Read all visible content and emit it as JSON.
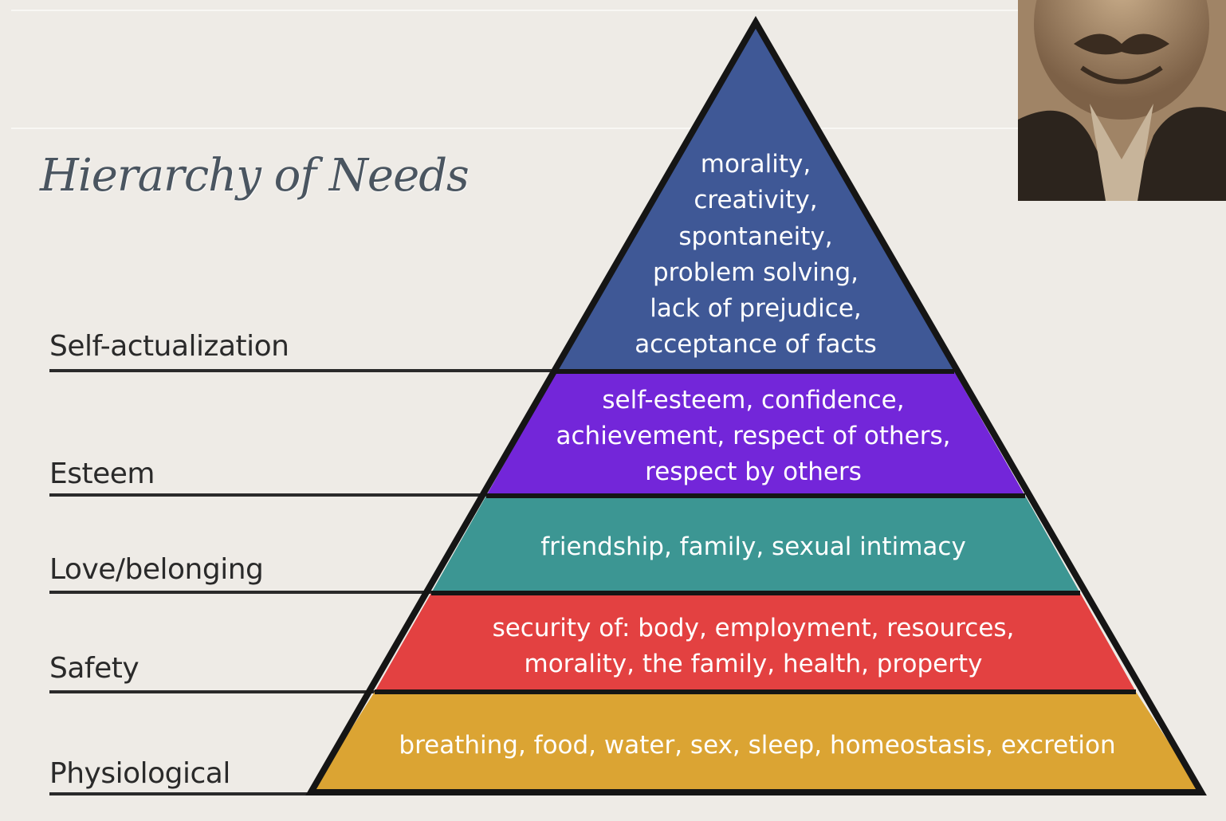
{
  "title": "Hierarchy of Needs",
  "levels": [
    {
      "label": "Self-actualization",
      "color": "#3f5896",
      "lines": [
        "morality,",
        "creativity,",
        "spontaneity,",
        "problem solving,",
        "lack of prejudice,",
        "acceptance of facts"
      ]
    },
    {
      "label": "Esteem",
      "color": "#7326d9",
      "lines": [
        "self-esteem, confidence,",
        "achievement, respect of others,",
        "respect by others"
      ]
    },
    {
      "label": "Love/belonging",
      "color": "#3c9693",
      "lines": [
        "friendship, family, sexual intimacy"
      ]
    },
    {
      "label": "Safety",
      "color": "#e34141",
      "lines": [
        "security of: body, employment, resources,",
        "morality, the family, health, property"
      ]
    },
    {
      "label": "Physiological",
      "color": "#dba433",
      "lines": [
        "breathing, food, water, sex, sleep, homeostasis, excretion"
      ]
    }
  ],
  "portrait": {
    "icon": "portrait-photo"
  }
}
